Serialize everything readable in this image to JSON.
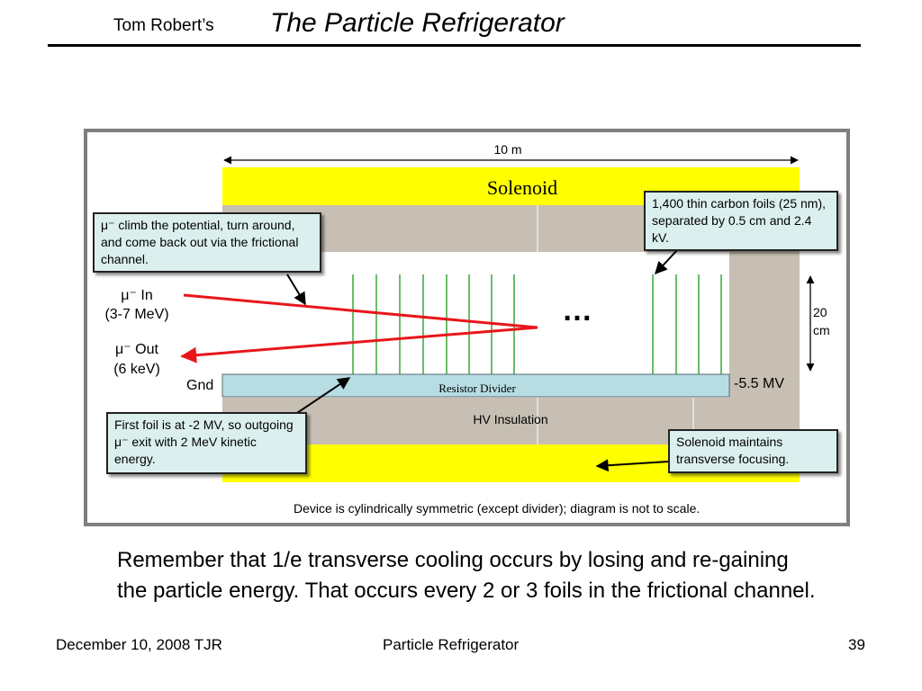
{
  "header": {
    "author": "Tom Robert’s",
    "title": "The Particle Refrigerator"
  },
  "diagram": {
    "length_label": "10 m",
    "solenoid_label": "Solenoid",
    "foils_callout": "1,400 thin carbon foils (25 nm), separated by 0.5 cm and 2.4 kV.",
    "climb_callout": "μ⁻ climb the potential, turn around, and come back out via the frictional channel.",
    "mu_in_label": "μ⁻ In",
    "mu_in_energy": "(3-7 MeV)",
    "mu_out_label": "μ⁻ Out",
    "mu_out_energy": "(6 keV)",
    "ellipsis": "…",
    "height_label_1": "20",
    "height_label_2": "cm",
    "gnd_label": "Gnd",
    "resistor_label": "Resistor Divider",
    "hv_label": "-5.5 MV",
    "insulation_label": "HV Insulation",
    "first_foil_callout": "First foil is at -2 MV, so outgoing μ⁻ exit with 2 MeV kinetic energy.",
    "focusing_callout": "Solenoid maintains transverse focusing.",
    "caption": "Device is cylindrically symmetric (except divider); diagram is not to scale."
  },
  "body_text": "Remember that 1/e transverse cooling occurs by losing and re-gaining the particle energy. That occurs every 2 or 3 foils in the frictional channel.",
  "footer": {
    "date": "December 10, 2008 TJR",
    "topic": "Particle Refrigerator",
    "page": "39"
  },
  "colors": {
    "solenoid": "#ffff00",
    "insulation": "#c7bfb3",
    "resistor": "#b7dde3",
    "foil": "#1a9a1a",
    "beam": "#e8161b"
  }
}
